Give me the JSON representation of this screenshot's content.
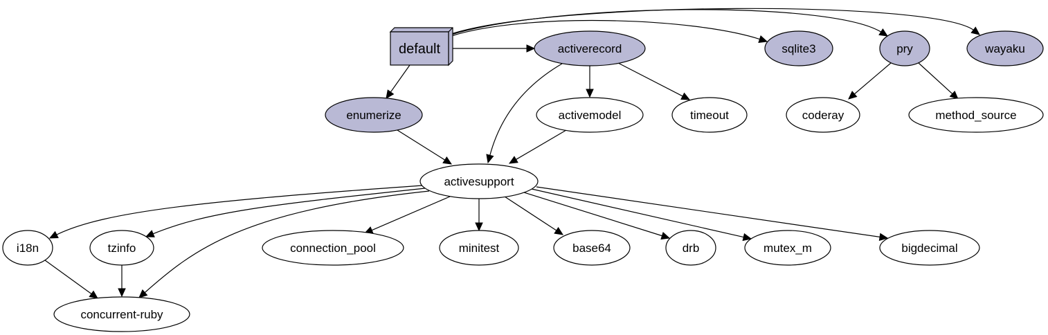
{
  "colors": {
    "highlight_fill": "#b9b9d5",
    "plain_fill": "#ffffff",
    "stroke": "#000000"
  },
  "nodes": [
    {
      "id": "default",
      "label": "default",
      "shape": "box3d",
      "highlight": true
    },
    {
      "id": "activerecord",
      "label": "activerecord",
      "shape": "ellipse",
      "highlight": true
    },
    {
      "id": "sqlite3",
      "label": "sqlite3",
      "shape": "ellipse",
      "highlight": true
    },
    {
      "id": "pry",
      "label": "pry",
      "shape": "ellipse",
      "highlight": true
    },
    {
      "id": "wayaku",
      "label": "wayaku",
      "shape": "ellipse",
      "highlight": true
    },
    {
      "id": "enumerize",
      "label": "enumerize",
      "shape": "ellipse",
      "highlight": true
    },
    {
      "id": "activemodel",
      "label": "activemodel",
      "shape": "ellipse",
      "highlight": false
    },
    {
      "id": "timeout",
      "label": "timeout",
      "shape": "ellipse",
      "highlight": false
    },
    {
      "id": "coderay",
      "label": "coderay",
      "shape": "ellipse",
      "highlight": false
    },
    {
      "id": "method_source",
      "label": "method_source",
      "shape": "ellipse",
      "highlight": false
    },
    {
      "id": "activesupport",
      "label": "activesupport",
      "shape": "ellipse",
      "highlight": false
    },
    {
      "id": "i18n",
      "label": "i18n",
      "shape": "ellipse",
      "highlight": false
    },
    {
      "id": "tzinfo",
      "label": "tzinfo",
      "shape": "ellipse",
      "highlight": false
    },
    {
      "id": "connection_pool",
      "label": "connection_pool",
      "shape": "ellipse",
      "highlight": false
    },
    {
      "id": "minitest",
      "label": "minitest",
      "shape": "ellipse",
      "highlight": false
    },
    {
      "id": "base64",
      "label": "base64",
      "shape": "ellipse",
      "highlight": false
    },
    {
      "id": "drb",
      "label": "drb",
      "shape": "ellipse",
      "highlight": false
    },
    {
      "id": "mutex_m",
      "label": "mutex_m",
      "shape": "ellipse",
      "highlight": false
    },
    {
      "id": "bigdecimal",
      "label": "bigdecimal",
      "shape": "ellipse",
      "highlight": false
    },
    {
      "id": "concurrent-ruby",
      "label": "concurrent-ruby",
      "shape": "ellipse",
      "highlight": false
    }
  ],
  "edges": [
    {
      "from": "default",
      "to": "activerecord"
    },
    {
      "from": "default",
      "to": "sqlite3"
    },
    {
      "from": "default",
      "to": "pry"
    },
    {
      "from": "default",
      "to": "wayaku"
    },
    {
      "from": "default",
      "to": "enumerize"
    },
    {
      "from": "activerecord",
      "to": "activemodel"
    },
    {
      "from": "activerecord",
      "to": "timeout"
    },
    {
      "from": "activerecord",
      "to": "activesupport"
    },
    {
      "from": "pry",
      "to": "coderay"
    },
    {
      "from": "pry",
      "to": "method_source"
    },
    {
      "from": "enumerize",
      "to": "activesupport"
    },
    {
      "from": "activemodel",
      "to": "activesupport"
    },
    {
      "from": "activesupport",
      "to": "i18n"
    },
    {
      "from": "activesupport",
      "to": "tzinfo"
    },
    {
      "from": "activesupport",
      "to": "concurrent-ruby"
    },
    {
      "from": "activesupport",
      "to": "connection_pool"
    },
    {
      "from": "activesupport",
      "to": "minitest"
    },
    {
      "from": "activesupport",
      "to": "base64"
    },
    {
      "from": "activesupport",
      "to": "drb"
    },
    {
      "from": "activesupport",
      "to": "mutex_m"
    },
    {
      "from": "activesupport",
      "to": "bigdecimal"
    },
    {
      "from": "i18n",
      "to": "concurrent-ruby"
    },
    {
      "from": "tzinfo",
      "to": "concurrent-ruby"
    }
  ]
}
